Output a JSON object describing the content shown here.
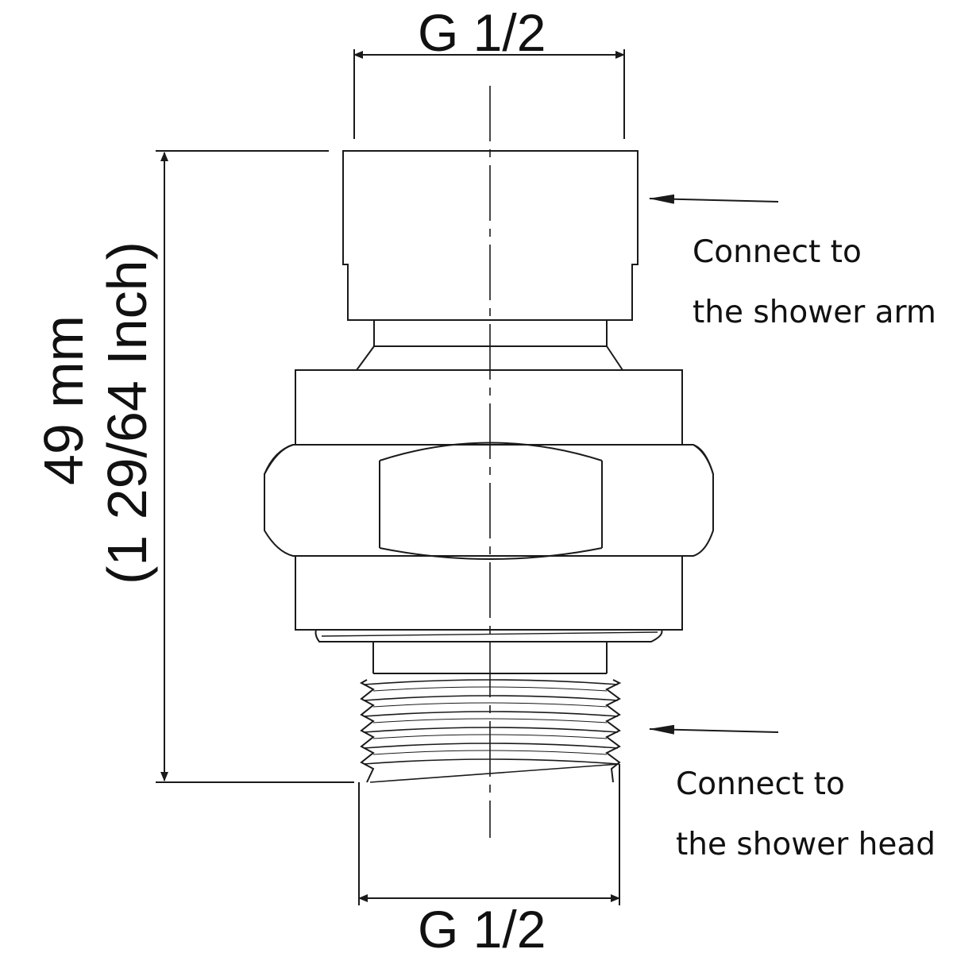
{
  "dimensions": {
    "top_thread": "G 1/2",
    "bottom_thread": "G 1/2",
    "height_mm": "49 mm",
    "height_inch": "(1 29/64 Inch)"
  },
  "callouts": {
    "upper": {
      "line1": "Connect to",
      "line2": "the shower arm"
    },
    "lower": {
      "line1": "Connect to",
      "line2": "the shower head"
    }
  },
  "colors": {
    "line": "#1a1a1a",
    "background": "#ffffff"
  }
}
